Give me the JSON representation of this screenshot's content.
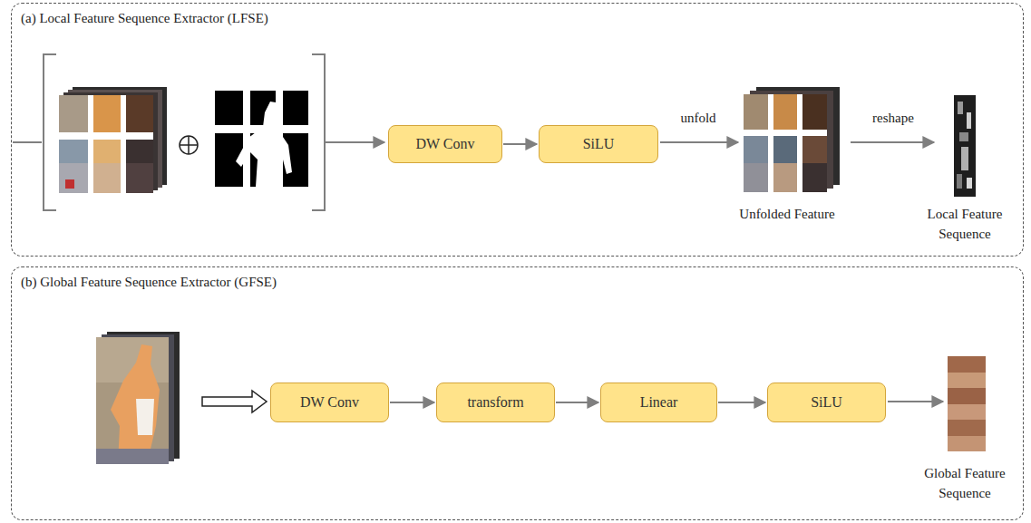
{
  "diagram": {
    "nodes": [
      {
        "text": [
          "(a) Local Feature Sequence Extractor (LFSE)"
        ]
      },
      {
        "text": [
          "DW Conv"
        ],
        "in": 0
      },
      {
        "text": [
          "SiLU"
        ],
        "in": 0
      },
      {
        "text": [
          "(b) Global Feature Sequence Extractor (GFSE)"
        ]
      },
      {
        "text": [
          "DW Conv"
        ],
        "in": 3
      },
      {
        "text": [
          "transform"
        ],
        "in": 3
      },
      {
        "text": [
          "Linear"
        ],
        "in": 3
      },
      {
        "text": [
          "SiLU"
        ],
        "in": 3
      }
    ],
    "edges": [
      {
        "from": 1,
        "to": 2,
        "arrow": "to"
      },
      {
        "from": 4,
        "to": 5,
        "arrow": "to"
      },
      {
        "from": 5,
        "to": 6,
        "arrow": "to"
      },
      {
        "from": 6,
        "to": 7,
        "arrow": "to"
      }
    ],
    "labels": [
      "unfold",
      "reshape",
      "Unfolded Feature",
      "Local Feature Sequence",
      "Global Feature Sequence"
    ]
  }
}
